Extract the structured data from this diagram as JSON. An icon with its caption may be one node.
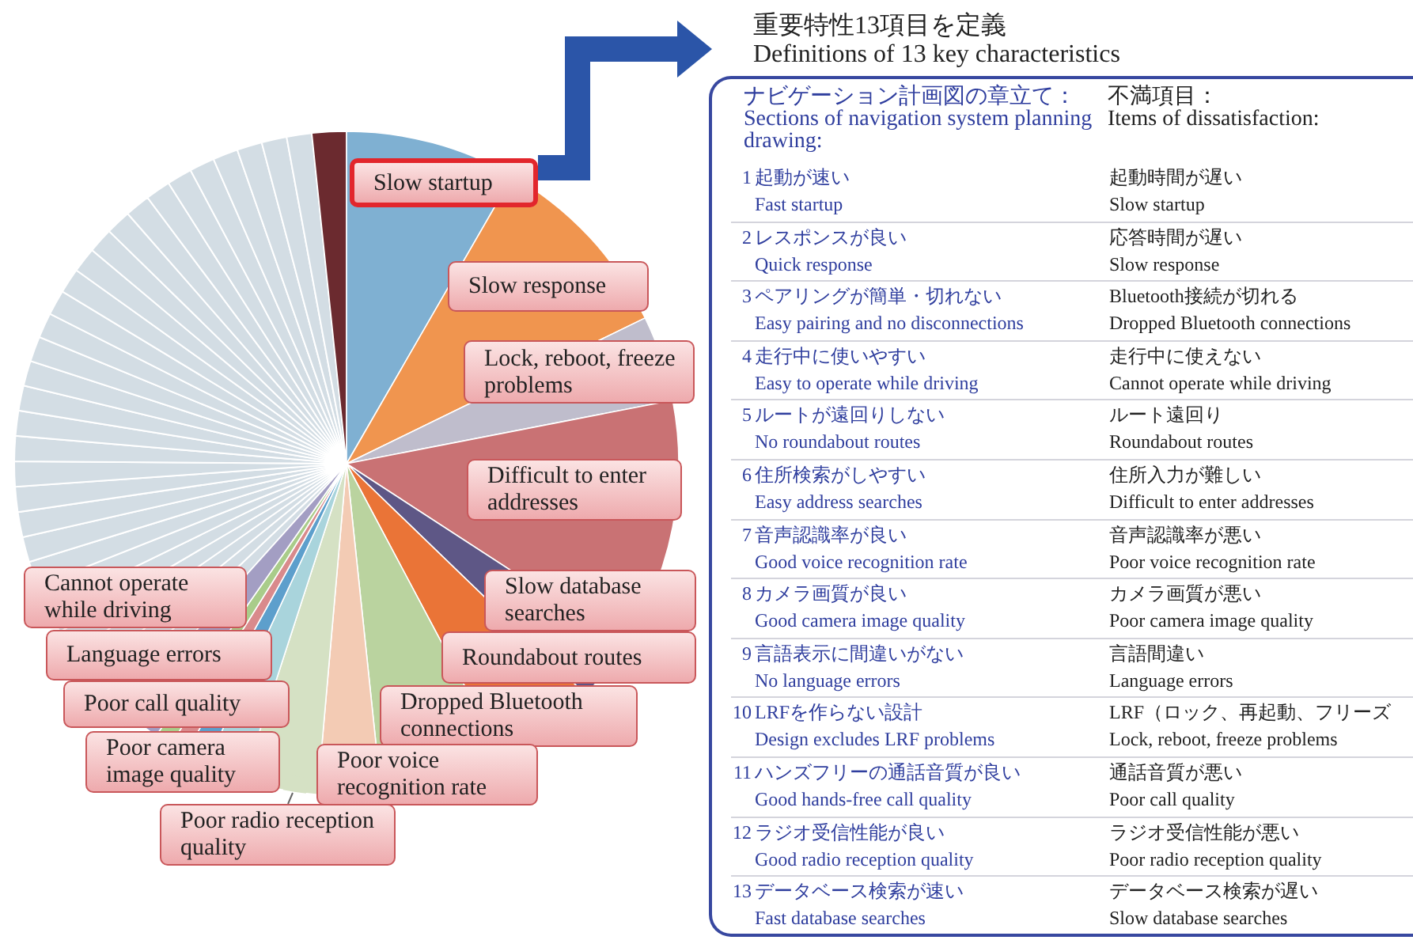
{
  "diagram": {
    "nodes": [
      {
        "text": [
          "Slow startup"
        ]
      },
      {
        "text": [
          "Slow response"
        ]
      },
      {
        "text": [
          "Lock, reboot, freeze problems"
        ]
      },
      {
        "text": [
          "Difficult to enter addresses"
        ]
      },
      {
        "text": [
          "Slow database searches"
        ]
      },
      {
        "text": [
          "Roundabout routes"
        ]
      },
      {
        "text": [
          "Dropped Bluetooth connections"
        ]
      },
      {
        "text": [
          "Poor voice recognition rate"
        ]
      },
      {
        "text": [
          "Poor radio reception quality"
        ]
      },
      {
        "text": [
          "Cannot operate while driving"
        ]
      },
      {
        "text": [
          "Language errors"
        ]
      },
      {
        "text": [
          "Poor call quality"
        ]
      },
      {
        "text": [
          "Poor camera image quality"
        ]
      },
      {
        "text": [
          "重要特性13項目を定義",
          "Definitions of 13 key characteristics",
          "ナビゲーション計画図の章立て：",
          "Sections of navigation system planning drawing:",
          "不満項目：",
          "Items of dissatisfaction:"
        ]
      },
      {
        "text": [],
        "shape": "wedge"
      }
    ],
    "edges": [
      {
        "from": 0,
        "to": 13,
        "arrow": "to",
        "style": "thick",
        "color": "#2b55a8"
      },
      {
        "from": 8,
        "to": 14,
        "arrow": "none"
      }
    ],
    "labels": [
      "1",
      "起動が速い",
      "Fast startup",
      "起動時間が遅い",
      "Slow startup",
      "2",
      "レスポンスが良い",
      "Quick response",
      "応答時間が遅い",
      "Slow response",
      "3",
      "ペアリングが簡単・切れない",
      "Easy pairing and no disconnections",
      "Bluetooth接続が切れる",
      "Dropped Bluetooth connections",
      "4",
      "走行中に使いやすい",
      "Easy to operate while driving",
      "走行中に使えない",
      "Cannot operate while driving",
      "5",
      "ルートが遠回りしない",
      "No roundabout routes",
      "ルート遠回り",
      "Roundabout routes",
      "6",
      "住所検索がしやすい",
      "Easy address searches",
      "住所入力が難しい",
      "Difficult to enter addresses",
      "7",
      "音声認識率が良い",
      "Good voice recognition rate",
      "音声認識率が悪い",
      "Poor voice recognition rate",
      "8",
      "カメラ画質が良い",
      "Good camera image quality",
      "カメラ画質が悪い",
      "Poor camera image quality",
      "9",
      "言語表示に間違いがない",
      "No language errors",
      "言語間違い",
      "Language errors",
      "10",
      "LRFを作らない設計",
      "Design excludes LRF  problems",
      "LRF（ロック、再起動、フリーズ",
      "Lock, reboot, freeze problems",
      "11",
      "ハンズフリーの通話音質が良い",
      "Good hands-free call quality",
      "通話音質が悪い",
      "Poor call quality",
      "12",
      "ラジオ受信性能が良い",
      "Good radio reception quality",
      "ラジオ受信性能が悪い",
      "Poor radio reception quality",
      "13",
      "データベース検索が速い",
      "Fast database searches",
      "データベース検索が遅い",
      "Slow database searches"
    ]
  }
}
